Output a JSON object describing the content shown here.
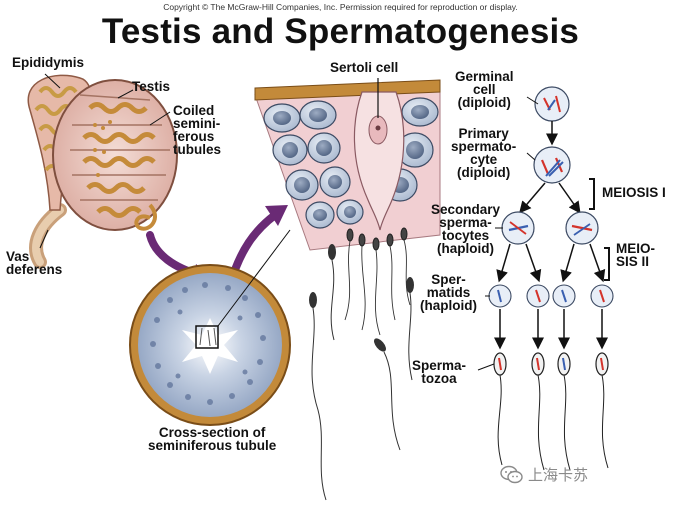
{
  "copyright": "Copyright © The McGraw-Hill Companies, Inc. Permission required for reproduction or display.",
  "title": "Testis and Spermatogenesis",
  "labels": {
    "epididymis": "Epididymis",
    "testis": "Testis",
    "coiled": "Coiled\nsemini-\nferous\ntubules",
    "vas": "Vas\ndeferens",
    "cross_section": "Cross-section of\nseminiferous tubule",
    "sertoli": "Sertoli cell",
    "germinal": "Germinal\ncell\n(diploid)",
    "primary": "Primary\nspermato-\ncyte\n(diploid)",
    "secondary": "Secondary\nsperma-\ntocytes\n(haploid)",
    "spermatids": "Sper-\nmatids\n(haploid)",
    "spermatozoa": "Sperma-\ntozoa",
    "meiosis1": "MEIOSIS I",
    "meiosis2": "MEIO-\nSIS II"
  },
  "watermark": "上海卡苏",
  "colors": {
    "testis_fill": "#e8c9c0",
    "tubule": "#c58b3a",
    "tissue_pink": "#f1cfd2",
    "cell_blue": "#b9c7da",
    "nucleus": "#6b7e9b",
    "arrow_purple": "#6a2a75",
    "chrom_red": "#d4332b",
    "chrom_blue": "#3a5fb0"
  }
}
